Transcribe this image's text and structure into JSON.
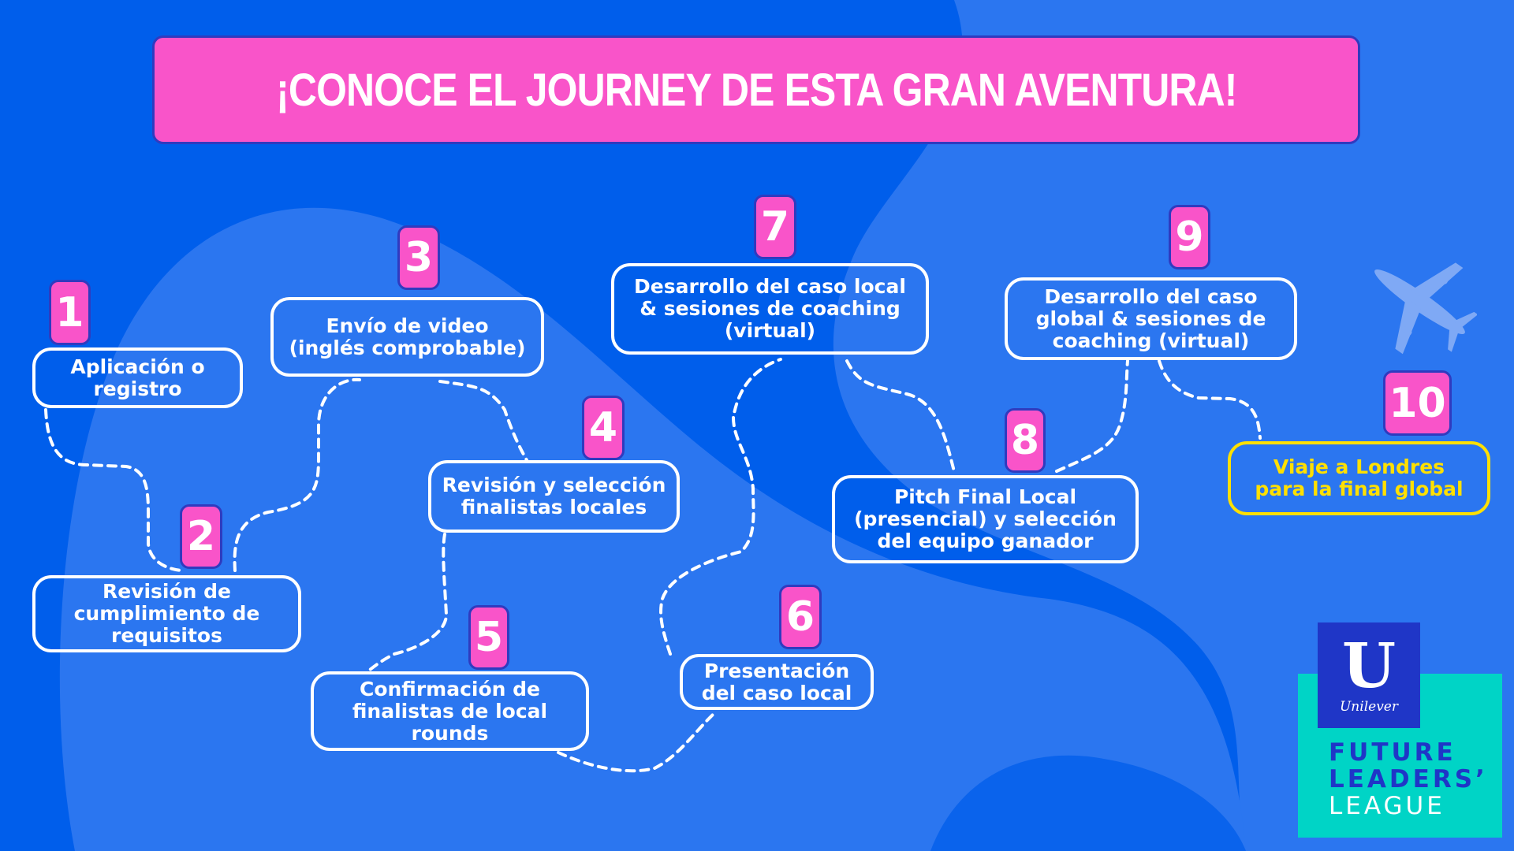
{
  "title": "¡CONOCE EL JOURNEY DE ESTA GRAN AVENTURA!",
  "colors": {
    "background": "#005eeb",
    "background_light": "#2b76f0",
    "badge_pink": "#f954c9",
    "badge_border": "#2f3bbf",
    "box_border": "#ffffff",
    "final_box": "#ffe000",
    "logo_teal": "#00d4c6",
    "logo_navy": "#1f36c7",
    "plane": "#7fa9f5"
  },
  "steps": [
    {
      "number": "1",
      "label": "Aplicación o\nregistro"
    },
    {
      "number": "2",
      "label": "Revisión de\ncumplimiento de\nrequisitos"
    },
    {
      "number": "3",
      "label": "Envío de video\n(inglés comprobable)"
    },
    {
      "number": "4",
      "label": "Revisión y selección\nfinalistas locales"
    },
    {
      "number": "5",
      "label": "Confirmación de\nfinalistas de local\nrounds"
    },
    {
      "number": "6",
      "label": "Presentación\ndel caso local"
    },
    {
      "number": "7",
      "label": "Desarrollo del caso local\n& sesiones de coaching\n(virtual)"
    },
    {
      "number": "8",
      "label": "Pitch Final Local\n(presencial) y selección\ndel equipo ganador"
    },
    {
      "number": "9",
      "label": "Desarrollo del caso\nglobal & sesiones de\ncoaching (virtual)"
    },
    {
      "number": "10",
      "label": "Viaje a Londres\npara la final global"
    }
  ],
  "icons": {
    "plane": "airplane-icon"
  },
  "logo": {
    "brand_mark": "U",
    "brand_name": "Unilever",
    "line1": "FUTURE",
    "line2": "LEADERS’",
    "line3": "LEAGUE"
  }
}
